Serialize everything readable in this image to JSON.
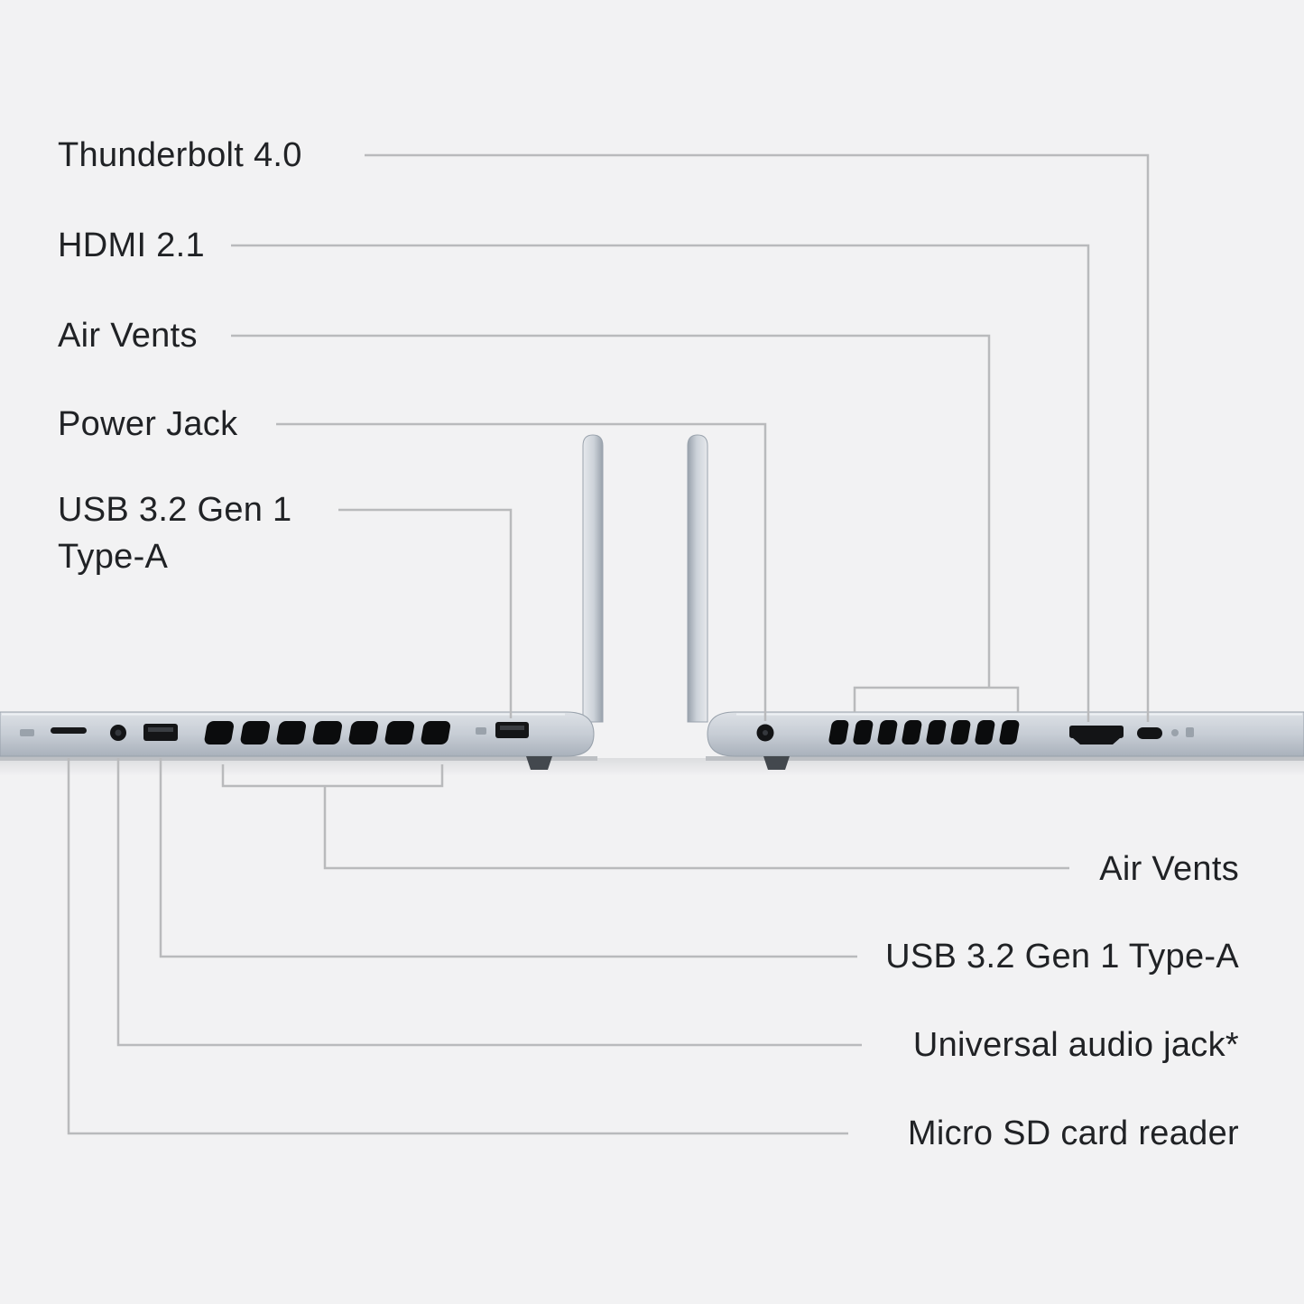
{
  "callouts": {
    "thunderbolt": "Thunderbolt 4.0",
    "hdmi": "HDMI 2.1",
    "air_vents_top": "Air Vents",
    "power_jack": "Power Jack",
    "usb_left_line1": "USB 3.2 Gen 1",
    "usb_left_line2": "Type-A",
    "air_vents_bottom": "Air Vents",
    "usb_right": "USB 3.2 Gen 1 Type-A",
    "audio_jack": "Universal audio jack*",
    "sd_reader": "Micro SD card reader"
  },
  "colors": {
    "background": "#f2f2f3",
    "callout_line": "#b9babc",
    "text": "#202225",
    "laptop_body": "#c7cdd5",
    "port": "#131416"
  }
}
